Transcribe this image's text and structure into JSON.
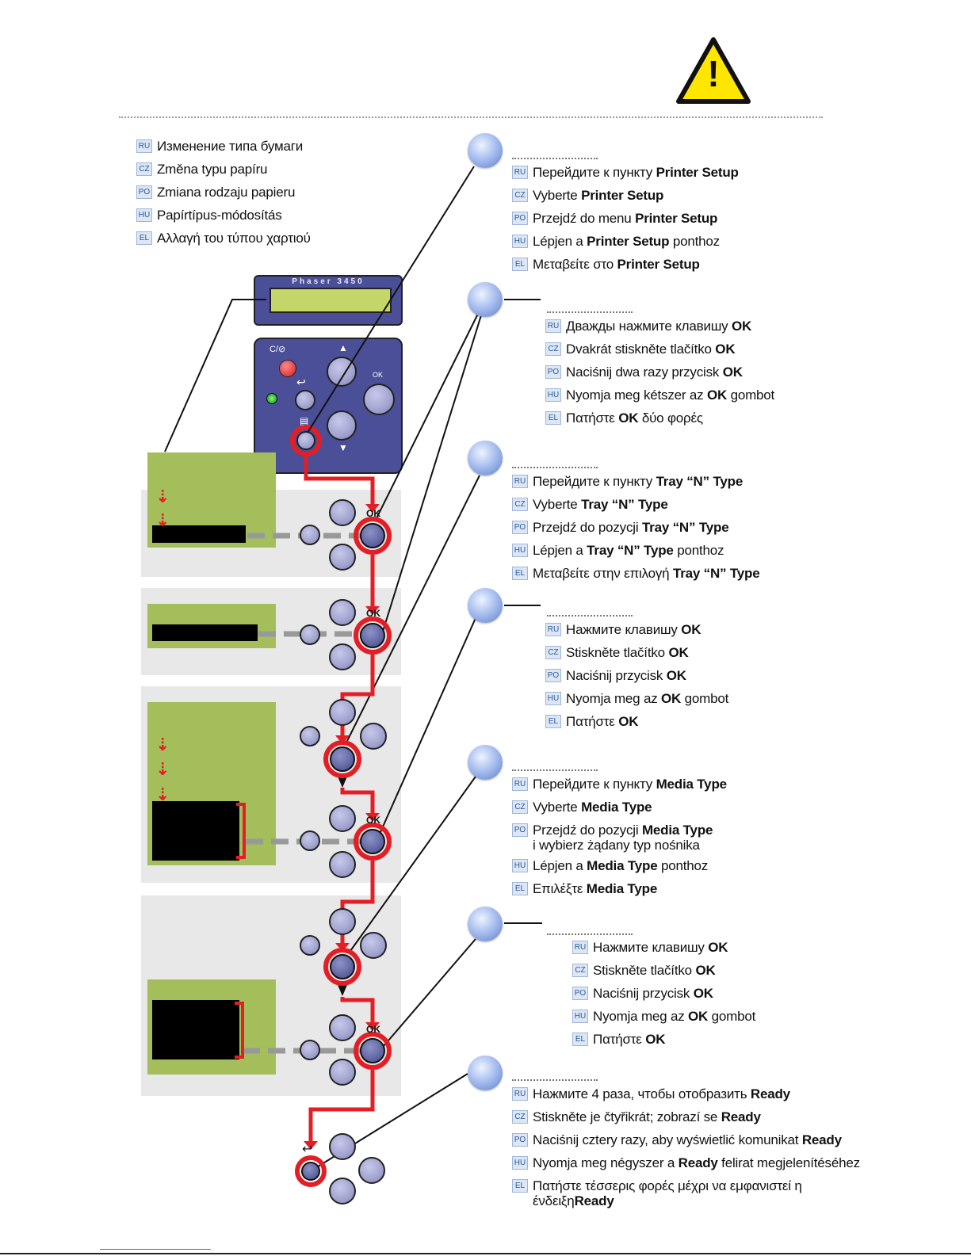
{
  "colors": {
    "accent_red": "#e31e24",
    "lcd_green": "#a4be5c",
    "panel_blue": "#4b4f97",
    "warning_yellow": "#ffe600"
  },
  "warning_icon": "warning-triangle-icon",
  "warning_glyph": "!",
  "title_lines": [
    {
      "lang": "RU",
      "text": "Изменение типа бумаги"
    },
    {
      "lang": "CZ",
      "text": "Změna typu papíru"
    },
    {
      "lang": "PO",
      "text": "Zmiana rodzaju papieru"
    },
    {
      "lang": "HU",
      "text": "Papírtípus-módosítás"
    },
    {
      "lang": "EL",
      "text": "Αλλαγή του τύπου χαρτιού"
    }
  ],
  "panel": {
    "model": "Phaser 3450",
    "cancel_label": "C/⊘",
    "ok_label": "OK"
  },
  "ok_label": "OK",
  "steps": [
    {
      "lines": [
        {
          "lang": "RU",
          "pre": "Перейдите к пункту ",
          "bold": "Printer Setup",
          "post": ""
        },
        {
          "lang": "CZ",
          "pre": "Vyberte ",
          "bold": "Printer Setup",
          "post": ""
        },
        {
          "lang": "PO",
          "pre": "Przejdź do menu ",
          "bold": "Printer Setup",
          "post": ""
        },
        {
          "lang": "HU",
          "pre": "Lépjen a ",
          "bold": "Printer Setup",
          "post": " ponthoz"
        },
        {
          "lang": "EL",
          "pre": "Μεταβείτε στο ",
          "bold": "Printer Setup",
          "post": ""
        }
      ]
    },
    {
      "lines": [
        {
          "lang": "RU",
          "pre": "Дважды нажмите клавишу ",
          "bold": "OK",
          "post": ""
        },
        {
          "lang": "CZ",
          "pre": "Dvakrát stiskněte tlačítko ",
          "bold": "OK",
          "post": ""
        },
        {
          "lang": "PO",
          "pre": "Naciśnij dwa razy przycisk ",
          "bold": "OK",
          "post": ""
        },
        {
          "lang": "HU",
          "pre": "Nyomja meg kétszer az ",
          "bold": "OK",
          "post": " gombot"
        },
        {
          "lang": "EL",
          "pre": "Πατήστε ",
          "bold": "OK",
          "post": " δύο φορές"
        }
      ]
    },
    {
      "lines": [
        {
          "lang": "RU",
          "pre": "Перейдите к пункту ",
          "bold": "Tray “N” Type",
          "post": ""
        },
        {
          "lang": "CZ",
          "pre": "Vyberte ",
          "bold": "Tray “N” Type",
          "post": ""
        },
        {
          "lang": "PO",
          "pre": "Przejdź do pozycji ",
          "bold": "Tray “N” Type",
          "post": ""
        },
        {
          "lang": "HU",
          "pre": "Lépjen a ",
          "bold": "Tray “N” Type",
          "post": " ponthoz"
        },
        {
          "lang": "EL",
          "pre": "Μεταβείτε στην επιλογή  ",
          "bold": "Tray “N” Type",
          "post": ""
        }
      ]
    },
    {
      "lines": [
        {
          "lang": "RU",
          "pre": "Нажмите клавишу ",
          "bold": "OK",
          "post": ""
        },
        {
          "lang": "CZ",
          "pre": "Stiskněte tlačítko ",
          "bold": "OK",
          "post": ""
        },
        {
          "lang": "PO",
          "pre": "Naciśnij przycisk ",
          "bold": "OK",
          "post": ""
        },
        {
          "lang": "HU",
          "pre": "Nyomja meg az ",
          "bold": "OK",
          "post": " gombot"
        },
        {
          "lang": "EL",
          "pre": "Πατήστε ",
          "bold": "OK",
          "post": ""
        }
      ]
    },
    {
      "lines": [
        {
          "lang": "RU",
          "pre": "Перейдите к пункту ",
          "bold": "Media Type",
          "post": ""
        },
        {
          "lang": "CZ",
          "pre": "Vyberte ",
          "bold": "Media Type",
          "post": ""
        },
        {
          "lang": "PO",
          "pre": "Przejdź do pozycji ",
          "bold": "Media Type",
          "post": "",
          "extra": "i wybierz żądany typ nośnika"
        },
        {
          "lang": "HU",
          "pre": "Lépjen a ",
          "bold": "Media Type",
          "post": " ponthoz"
        },
        {
          "lang": "EL",
          "pre": "Επιλέξτε ",
          "bold": "Media Type",
          "post": ""
        }
      ]
    },
    {
      "lines": [
        {
          "lang": "RU",
          "pre": "Нажмите клавишу ",
          "bold": "OK",
          "post": ""
        },
        {
          "lang": "CZ",
          "pre": "Stiskněte tlačítko ",
          "bold": "OK",
          "post": ""
        },
        {
          "lang": "PO",
          "pre": "Naciśnij przycisk ",
          "bold": "OK",
          "post": ""
        },
        {
          "lang": "HU",
          "pre": "Nyomja meg az ",
          "bold": "OK",
          "post": " gombot"
        },
        {
          "lang": "EL",
          "pre": "Πατήστε ",
          "bold": "OK",
          "post": ""
        }
      ]
    },
    {
      "lines": [
        {
          "lang": "RU",
          "pre": "Нажмите 4 раза, чтобы отобразить ",
          "bold": "Ready",
          "post": ""
        },
        {
          "lang": "CZ",
          "pre": "Stiskněte je čtyřikrát; zobrazí se ",
          "bold": "Ready",
          "post": ""
        },
        {
          "lang": "PO",
          "pre": "Naciśnij cztery razy, aby wyświetlić komunikat ",
          "bold": "Ready",
          "post": ""
        },
        {
          "lang": "HU",
          "pre": "Nyomja meg négyszer a ",
          "bold": "Ready",
          "post": " felirat megjelenítéséhez"
        },
        {
          "lang": "EL",
          "pre": "Πατήστε τέσσερις φορές μέχρι να εμφανιστεί η",
          "bold": "",
          "post": "",
          "extra_pre": "ένδειξη ",
          "extra_bold": "Ready"
        }
      ]
    }
  ]
}
